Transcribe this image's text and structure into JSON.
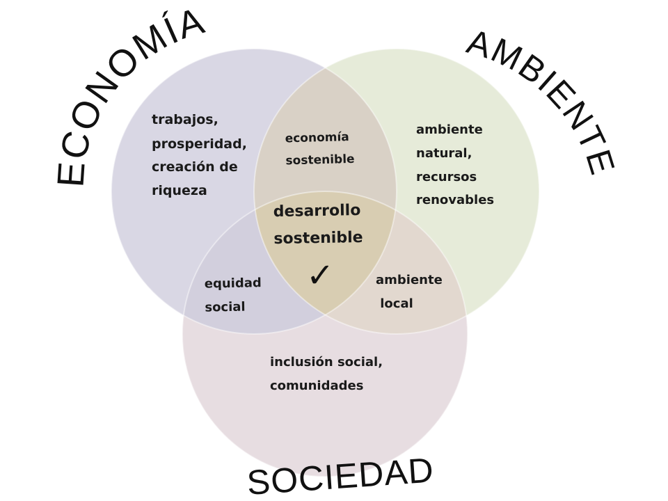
{
  "circles": {
    "economia": {
      "label": "ECONOMÍA",
      "color": "#d9d7e4",
      "text": [
        "trabajos,",
        "prosperidad,",
        "creación de",
        "riqueza"
      ]
    },
    "ambiente": {
      "label": "AMBIENTE",
      "color": "#e6ebd9",
      "text": [
        "ambiente",
        "natural,",
        "recursos",
        "renovables"
      ]
    },
    "sociedad": {
      "label": "SOCIEDAD",
      "color": "#e7dde1",
      "text": [
        "inclusión social,",
        "comunidades"
      ]
    }
  },
  "intersections": {
    "economia_ambiente": [
      "economía",
      "sostenible"
    ],
    "economia_sociedad": [
      "equidad",
      "social"
    ],
    "ambiente_sociedad": [
      "ambiente",
      " local"
    ],
    "center": [
      "desarrollo",
      "sostenible"
    ]
  },
  "center_mark": "✓",
  "colors": {
    "outline": "#ffffff",
    "text": "#1a1a1a",
    "center_fill": "#d8cdb2"
  }
}
